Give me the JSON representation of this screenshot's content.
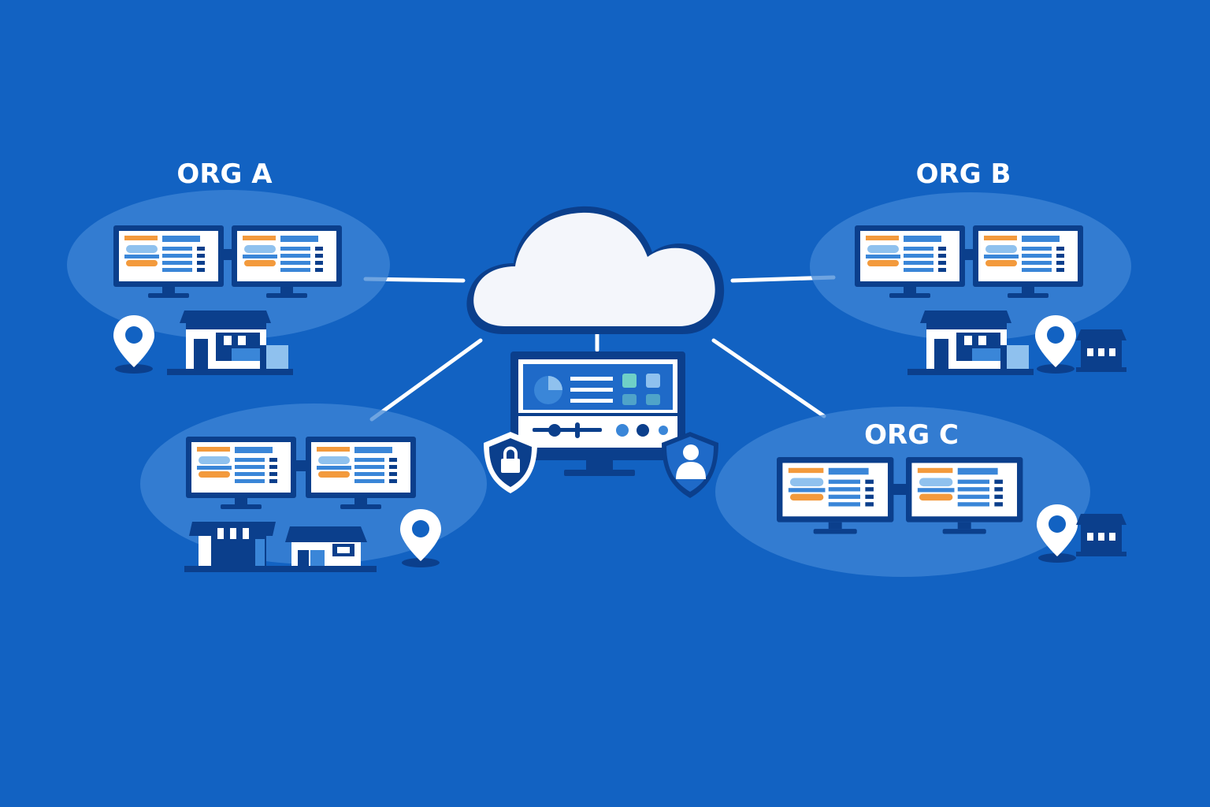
{
  "colors": {
    "background": "#1262c2",
    "cluster_fill": "#3f86d6",
    "dark_navy": "#0b3f8c",
    "screen_white": "#ffffff",
    "accent_orange": "#f39a3c",
    "accent_blue": "#3a86d8",
    "light_blue": "#8fc1ee",
    "cloud": "#f4f6fb",
    "connector": "#ffffff",
    "teal": "#4fa3c9"
  },
  "organizations": [
    {
      "label": "ORG A"
    },
    {
      "label": "ORG B"
    },
    {
      "label": "ORG C"
    }
  ],
  "center": {
    "cloud_icon": "cloud-icon",
    "console_icon": "dashboard-monitor-icon",
    "security_icon": "shield-lock-icon",
    "identity_icon": "shield-user-icon"
  },
  "icons": {
    "location": "location-pin-icon",
    "store": "storefront-icon",
    "monitor": "monitor-icon"
  }
}
